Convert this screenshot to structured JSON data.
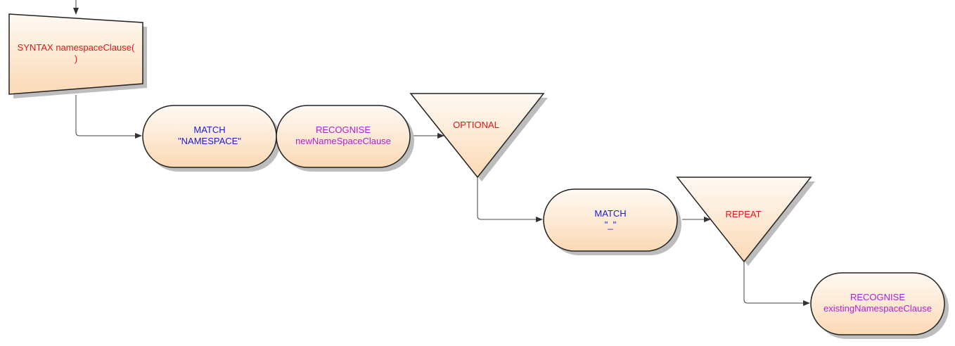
{
  "colors": {
    "node_fill_top": "#fffaf4",
    "node_fill_bottom": "#fbd9b5",
    "outline": "#222222",
    "shadow": "#bdbdbd",
    "connector": "#444444",
    "keyword_red": "#e01515",
    "keyword_blue": "#1a1ad6",
    "keyword_purple": "#b01ed6"
  },
  "nodes": {
    "syntax": {
      "line1": "SYNTAX namespaceClause(",
      "line2": ")"
    },
    "match_namespace": {
      "line1": "MATCH",
      "line2": "\"NAMESPACE\""
    },
    "recognise_new": {
      "line1": "RECOGNISE",
      "line2": "newNameSpaceClause"
    },
    "optional": {
      "label": "OPTIONAL"
    },
    "match_underscore": {
      "line1": "MATCH",
      "line2": "\"_\""
    },
    "repeat": {
      "label": "REPEAT"
    },
    "recognise_existing": {
      "line1": "RECOGNISE",
      "line2": "existingNamespaceClause"
    }
  }
}
